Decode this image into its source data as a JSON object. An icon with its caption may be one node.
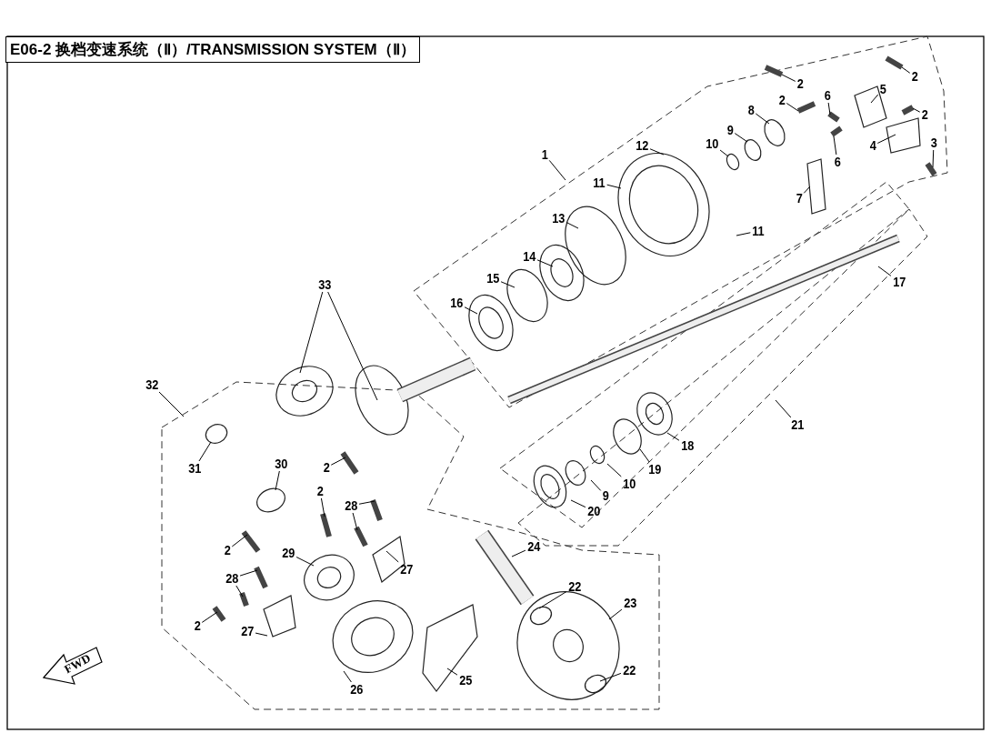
{
  "diagram": {
    "title": "E06-2 换档变速系统（Ⅱ）/TRANSMISSION SYSTEM（Ⅱ）",
    "nodes": [
      {
        "text": [
          "1"
        ]
      },
      {
        "text": [
          "2"
        ]
      },
      {
        "text": [
          "2"
        ]
      },
      {
        "text": [
          "2"
        ]
      },
      {
        "text": [
          "2"
        ]
      },
      {
        "text": [
          "3"
        ]
      },
      {
        "text": [
          "4"
        ]
      },
      {
        "text": [
          "5"
        ]
      },
      {
        "text": [
          "6"
        ]
      },
      {
        "text": [
          "6"
        ]
      },
      {
        "text": [
          "7"
        ]
      },
      {
        "text": [
          "8"
        ]
      },
      {
        "text": [
          "9"
        ]
      },
      {
        "text": [
          "10"
        ]
      },
      {
        "text": [
          "11"
        ]
      },
      {
        "text": [
          "11"
        ]
      },
      {
        "text": [
          "12"
        ]
      },
      {
        "text": [
          "13"
        ]
      },
      {
        "text": [
          "14"
        ]
      },
      {
        "text": [
          "15"
        ]
      },
      {
        "text": [
          "16"
        ]
      },
      {
        "text": [
          "17"
        ]
      },
      {
        "text": [
          "33"
        ]
      },
      {
        "text": [
          "21"
        ]
      },
      {
        "text": [
          "18"
        ]
      },
      {
        "text": [
          "19"
        ]
      },
      {
        "text": [
          "10"
        ]
      },
      {
        "text": [
          "9"
        ]
      },
      {
        "text": [
          "20"
        ]
      },
      {
        "text": [
          "32"
        ]
      },
      {
        "text": [
          "31"
        ]
      },
      {
        "text": [
          "30"
        ]
      },
      {
        "text": [
          "2"
        ]
      },
      {
        "text": [
          "2"
        ]
      },
      {
        "text": [
          "28"
        ]
      },
      {
        "text": [
          "27"
        ]
      },
      {
        "text": [
          "29"
        ]
      },
      {
        "text": [
          "2"
        ]
      },
      {
        "text": [
          "28"
        ]
      },
      {
        "text": [
          "27"
        ]
      },
      {
        "text": [
          "2"
        ]
      },
      {
        "text": [
          "24"
        ]
      },
      {
        "text": [
          "22"
        ]
      },
      {
        "text": [
          "23"
        ]
      },
      {
        "text": [
          "26"
        ]
      },
      {
        "text": [
          "25"
        ]
      },
      {
        "text": [
          "22"
        ]
      }
    ],
    "edges": [
      {
        "from": 0,
        "to": null,
        "arrow": "none"
      },
      {
        "from": 1,
        "to": null,
        "arrow": "none"
      },
      {
        "from": 2,
        "to": null,
        "arrow": "none"
      },
      {
        "from": 3,
        "to": null,
        "arrow": "none"
      },
      {
        "from": 4,
        "to": null,
        "arrow": "none"
      },
      {
        "from": 5,
        "to": null,
        "arrow": "none"
      },
      {
        "from": 6,
        "to": null,
        "arrow": "none"
      },
      {
        "from": 7,
        "to": null,
        "arrow": "none"
      },
      {
        "from": 8,
        "to": null,
        "arrow": "none"
      },
      {
        "from": 9,
        "to": null,
        "arrow": "none"
      },
      {
        "from": 10,
        "to": null,
        "arrow": "none"
      },
      {
        "from": 11,
        "to": null,
        "arrow": "none"
      },
      {
        "from": 12,
        "to": null,
        "arrow": "none"
      },
      {
        "from": 13,
        "to": null,
        "arrow": "none"
      },
      {
        "from": 14,
        "to": null,
        "arrow": "none"
      },
      {
        "from": 15,
        "to": null,
        "arrow": "none"
      },
      {
        "from": 16,
        "to": null,
        "arrow": "none"
      },
      {
        "from": 17,
        "to": null,
        "arrow": "none"
      },
      {
        "from": 18,
        "to": null,
        "arrow": "none"
      },
      {
        "from": 19,
        "to": null,
        "arrow": "none"
      },
      {
        "from": 20,
        "to": null,
        "arrow": "none"
      },
      {
        "from": 21,
        "to": null,
        "arrow": "none"
      },
      {
        "from": 22,
        "to": null,
        "arrow": "none"
      },
      {
        "from": 22,
        "to": null,
        "arrow": "none"
      },
      {
        "from": 23,
        "to": null,
        "arrow": "none"
      },
      {
        "from": 24,
        "to": null,
        "arrow": "none"
      },
      {
        "from": 25,
        "to": null,
        "arrow": "none"
      },
      {
        "from": 26,
        "to": null,
        "arrow": "none"
      },
      {
        "from": 27,
        "to": null,
        "arrow": "none"
      },
      {
        "from": 28,
        "to": null,
        "arrow": "none"
      },
      {
        "from": 29,
        "to": null,
        "arrow": "none"
      },
      {
        "from": 30,
        "to": null,
        "arrow": "none"
      },
      {
        "from": 31,
        "to": null,
        "arrow": "none"
      },
      {
        "from": 32,
        "to": null,
        "arrow": "none"
      },
      {
        "from": 33,
        "to": null,
        "arrow": "none"
      },
      {
        "from": 34,
        "to": null,
        "arrow": "none"
      },
      {
        "from": 34,
        "to": null,
        "arrow": "none"
      },
      {
        "from": 35,
        "to": null,
        "arrow": "none"
      },
      {
        "from": 36,
        "to": null,
        "arrow": "none"
      },
      {
        "from": 37,
        "to": null,
        "arrow": "none"
      },
      {
        "from": 38,
        "to": null,
        "arrow": "none"
      },
      {
        "from": 38,
        "to": null,
        "arrow": "none"
      },
      {
        "from": 39,
        "to": null,
        "arrow": "none"
      },
      {
        "from": 40,
        "to": null,
        "arrow": "none"
      },
      {
        "from": 41,
        "to": null,
        "arrow": "none"
      },
      {
        "from": 42,
        "to": null,
        "arrow": "none"
      },
      {
        "from": 43,
        "to": null,
        "arrow": "none"
      },
      {
        "from": 44,
        "to": null,
        "arrow": "none"
      },
      {
        "from": 45,
        "to": null,
        "arrow": "none"
      },
      {
        "from": 46,
        "to": null,
        "arrow": "none"
      }
    ],
    "labels": [
      "FWD"
    ]
  }
}
